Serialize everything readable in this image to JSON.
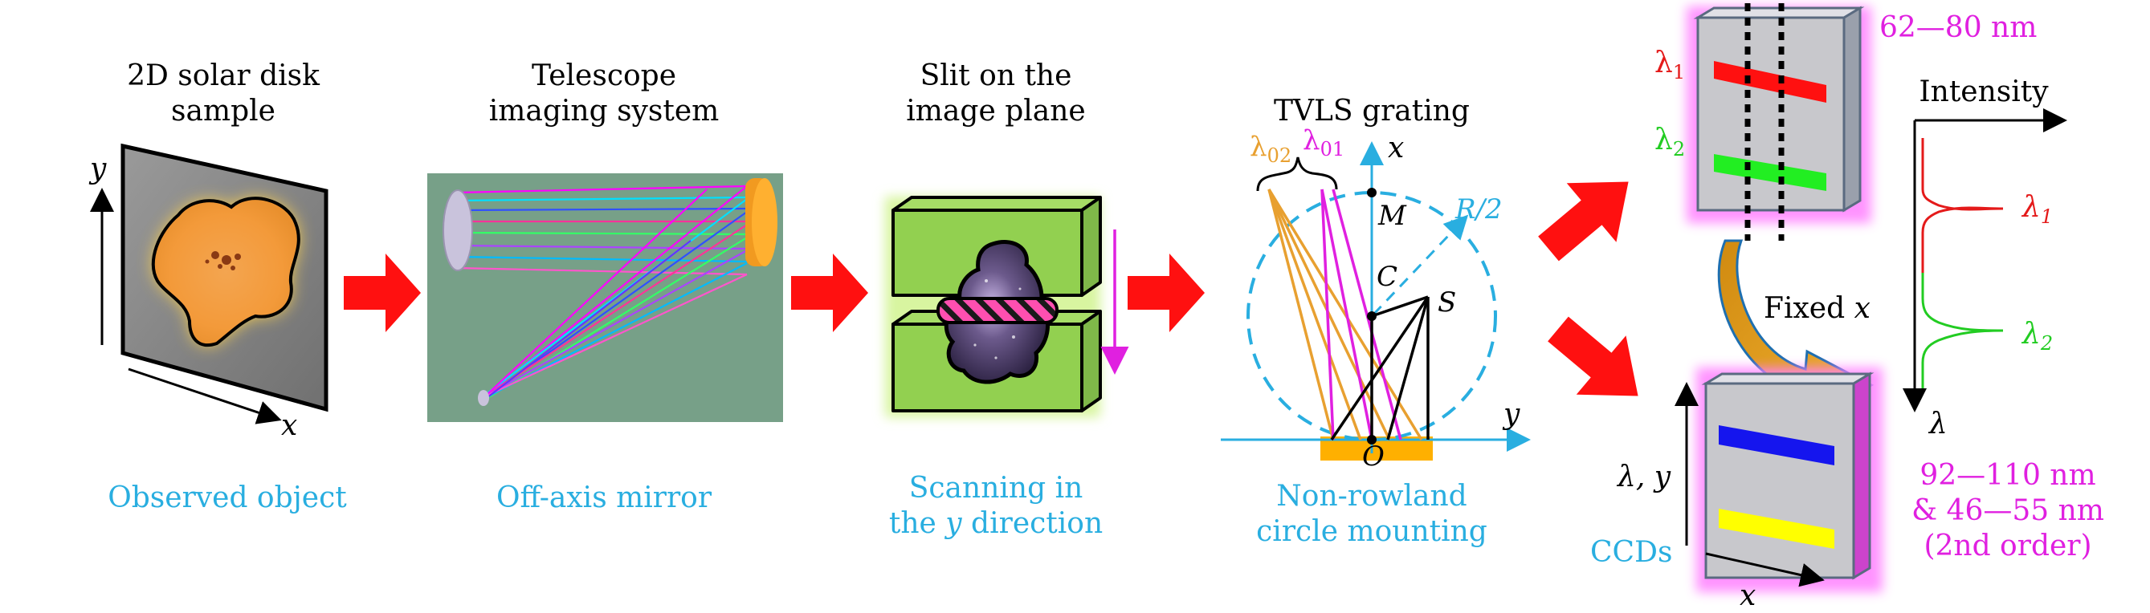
{
  "panels": {
    "solar": {
      "title_line1": "2D solar disk",
      "title_line2": "sample",
      "axis_y": "y",
      "axis_x": "x",
      "caption": "Observed object"
    },
    "telescope": {
      "title_line1": "Telescope",
      "title_line2": "imaging system",
      "caption": "Off-axis mirror"
    },
    "slit": {
      "title_line1": "Slit on the",
      "title_line2": "image plane",
      "caption_line1": "Scanning in",
      "caption_line2_prefix": "the ",
      "caption_line2_var": "y",
      "caption_line2_suffix": " direction"
    },
    "grating": {
      "title": "TVLS grating",
      "lambda02": "λ",
      "lambda02_sub": "02",
      "lambda01": "λ",
      "lambda01_sub": "01",
      "axis_x": "x",
      "axis_y": "y",
      "point_M": "M",
      "point_C": "C",
      "point_S": "S",
      "point_O": "O",
      "radius_label": "R/2",
      "caption_line1": "Non-rowland",
      "caption_line2": "circle mounting"
    },
    "detectors": {
      "top_range": "62—80 nm",
      "lambda1": "λ",
      "lambda1_sub": "1",
      "lambda2": "λ",
      "lambda2_sub": "2",
      "fixed_x_prefix": "Fixed ",
      "fixed_x_var": "x",
      "ccd_axis_label": "λ, y",
      "ccd_axis_x": "x",
      "ccds_label": "CCDs",
      "bottom_range_line1": "92—110 nm",
      "bottom_range_line2": "& 46—55 nm",
      "bottom_range_line3": "(2nd order)"
    },
    "spectrum": {
      "intensity_label": "Intensity",
      "lambda_axis": "λ",
      "peak1_label": "λ",
      "peak1_sub": "1",
      "peak2_label": "λ",
      "peak2_sub": "2"
    }
  },
  "colors": {
    "caption_blue": "#29aee0",
    "magenta": "#e020e0",
    "red_arrow": "#ff1010",
    "lambda_red": "#e41a1a",
    "lambda_green": "#22cc22",
    "orange_line": "#e8a030",
    "grating_orange": "#ffb000",
    "slit_green": "#92d050",
    "ccd_gray": "#c8c8cc",
    "ccd_blue": "#1515ee",
    "ccd_yellow": "#ffff00",
    "telescope_bg": "#77a088"
  },
  "icons": [
    "solar-disk-image",
    "off-axis-mirror-image",
    "slit-image",
    "tvls-grating-diagram",
    "ccd-image",
    "spectrum-plot"
  ]
}
